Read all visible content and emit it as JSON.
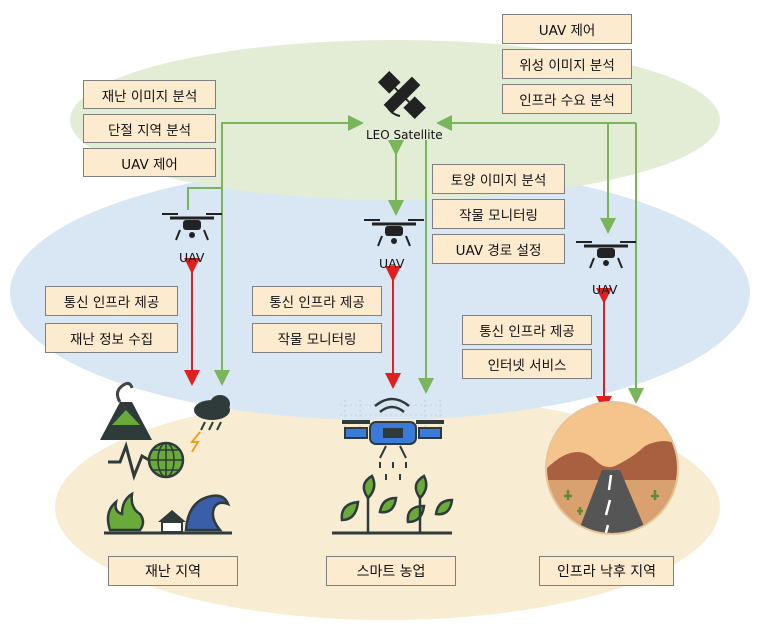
{
  "satellite": {
    "label": "LEO Satellite"
  },
  "uav_labels": {
    "left": "UAV",
    "middle": "UAV",
    "right": "UAV"
  },
  "boxes": {
    "top_right": [
      "UAV 제어",
      "위성 이미지 분석",
      "인프라 수요 분석"
    ],
    "top_left": [
      "재난 이미지 분석",
      "단절 지역 분석",
      "UAV 제어"
    ],
    "mid_center": [
      "토양 이미지 분석",
      "작물 모니터링",
      "UAV 경로 설정"
    ],
    "left": [
      "통신 인프라 제공",
      "재난 정보 수집"
    ],
    "center": [
      "통신 인프라 제공",
      "작물 모니터링"
    ],
    "right": [
      "통신 인프라 제공",
      "인터넷 서비스"
    ]
  },
  "regions": {
    "disaster": "재난 지역",
    "farm": "스마트 농업",
    "infra": "인프라 낙후 지역"
  },
  "colors": {
    "green_layer": "#e3edd5",
    "blue_layer": "#d9e6f4",
    "yellow_layer": "#f8ecd2",
    "green_arrow": "#7ab55c",
    "red_arrow": "#e02020",
    "box_fill": "#fdebd0"
  }
}
